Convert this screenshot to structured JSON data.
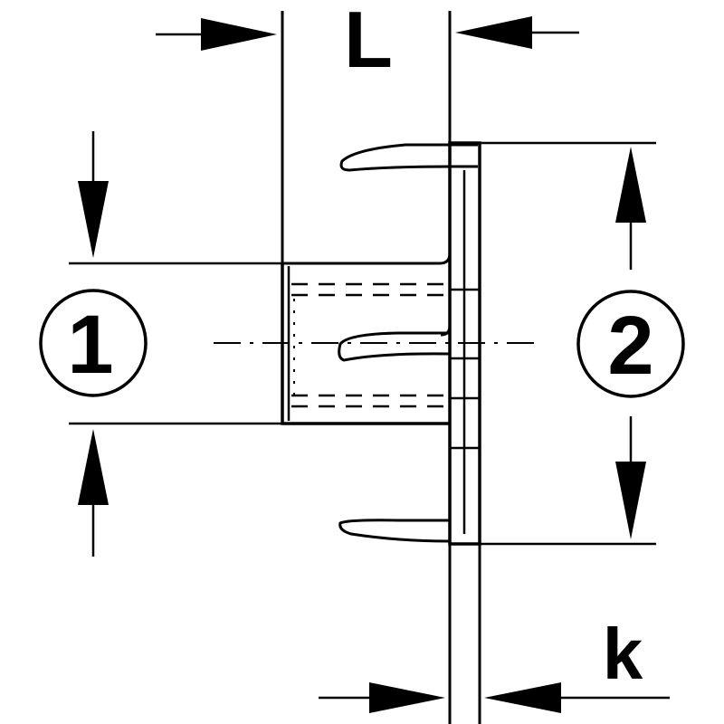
{
  "diagram": {
    "title": "",
    "dimensions": {
      "length_label": "L",
      "hole_diameter_callout": "1",
      "flange_diameter_callout": "2",
      "flange_thickness_label": "k"
    }
  }
}
